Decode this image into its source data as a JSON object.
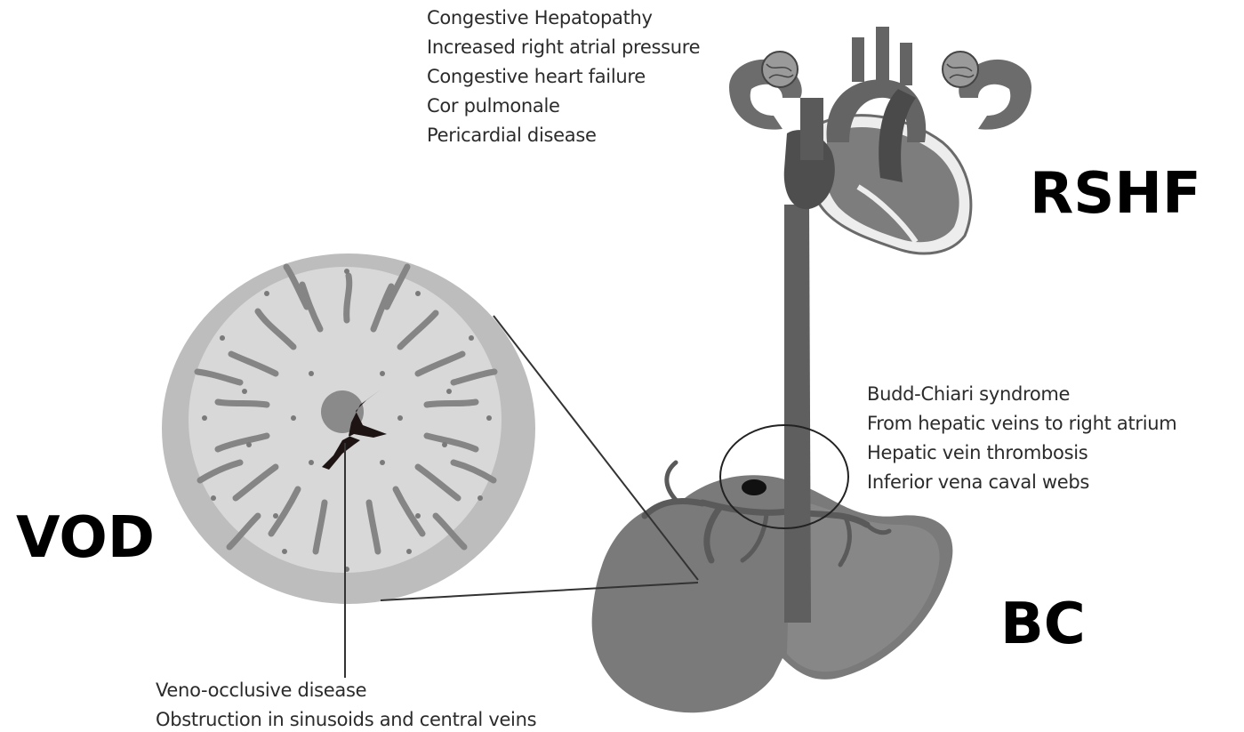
{
  "heart_labels": [
    "Congestive Hepatopathy",
    "Increased right atrial pressure",
    "Congestive heart failure",
    "Cor pulmonale",
    "Pericardial disease"
  ],
  "budd_chiari_labels": [
    "Budd-Chiari syndrome",
    "From hepatic veins to right atrium",
    "Hepatic vein thrombosis",
    "Inferior vena caval webs"
  ],
  "vod_labels": [
    "Veno-occlusive disease",
    "Obstruction in sinusoids and central veins"
  ],
  "abbreviations": {
    "rshf": "RSHF",
    "vod": "VOD",
    "bc": "BC"
  }
}
